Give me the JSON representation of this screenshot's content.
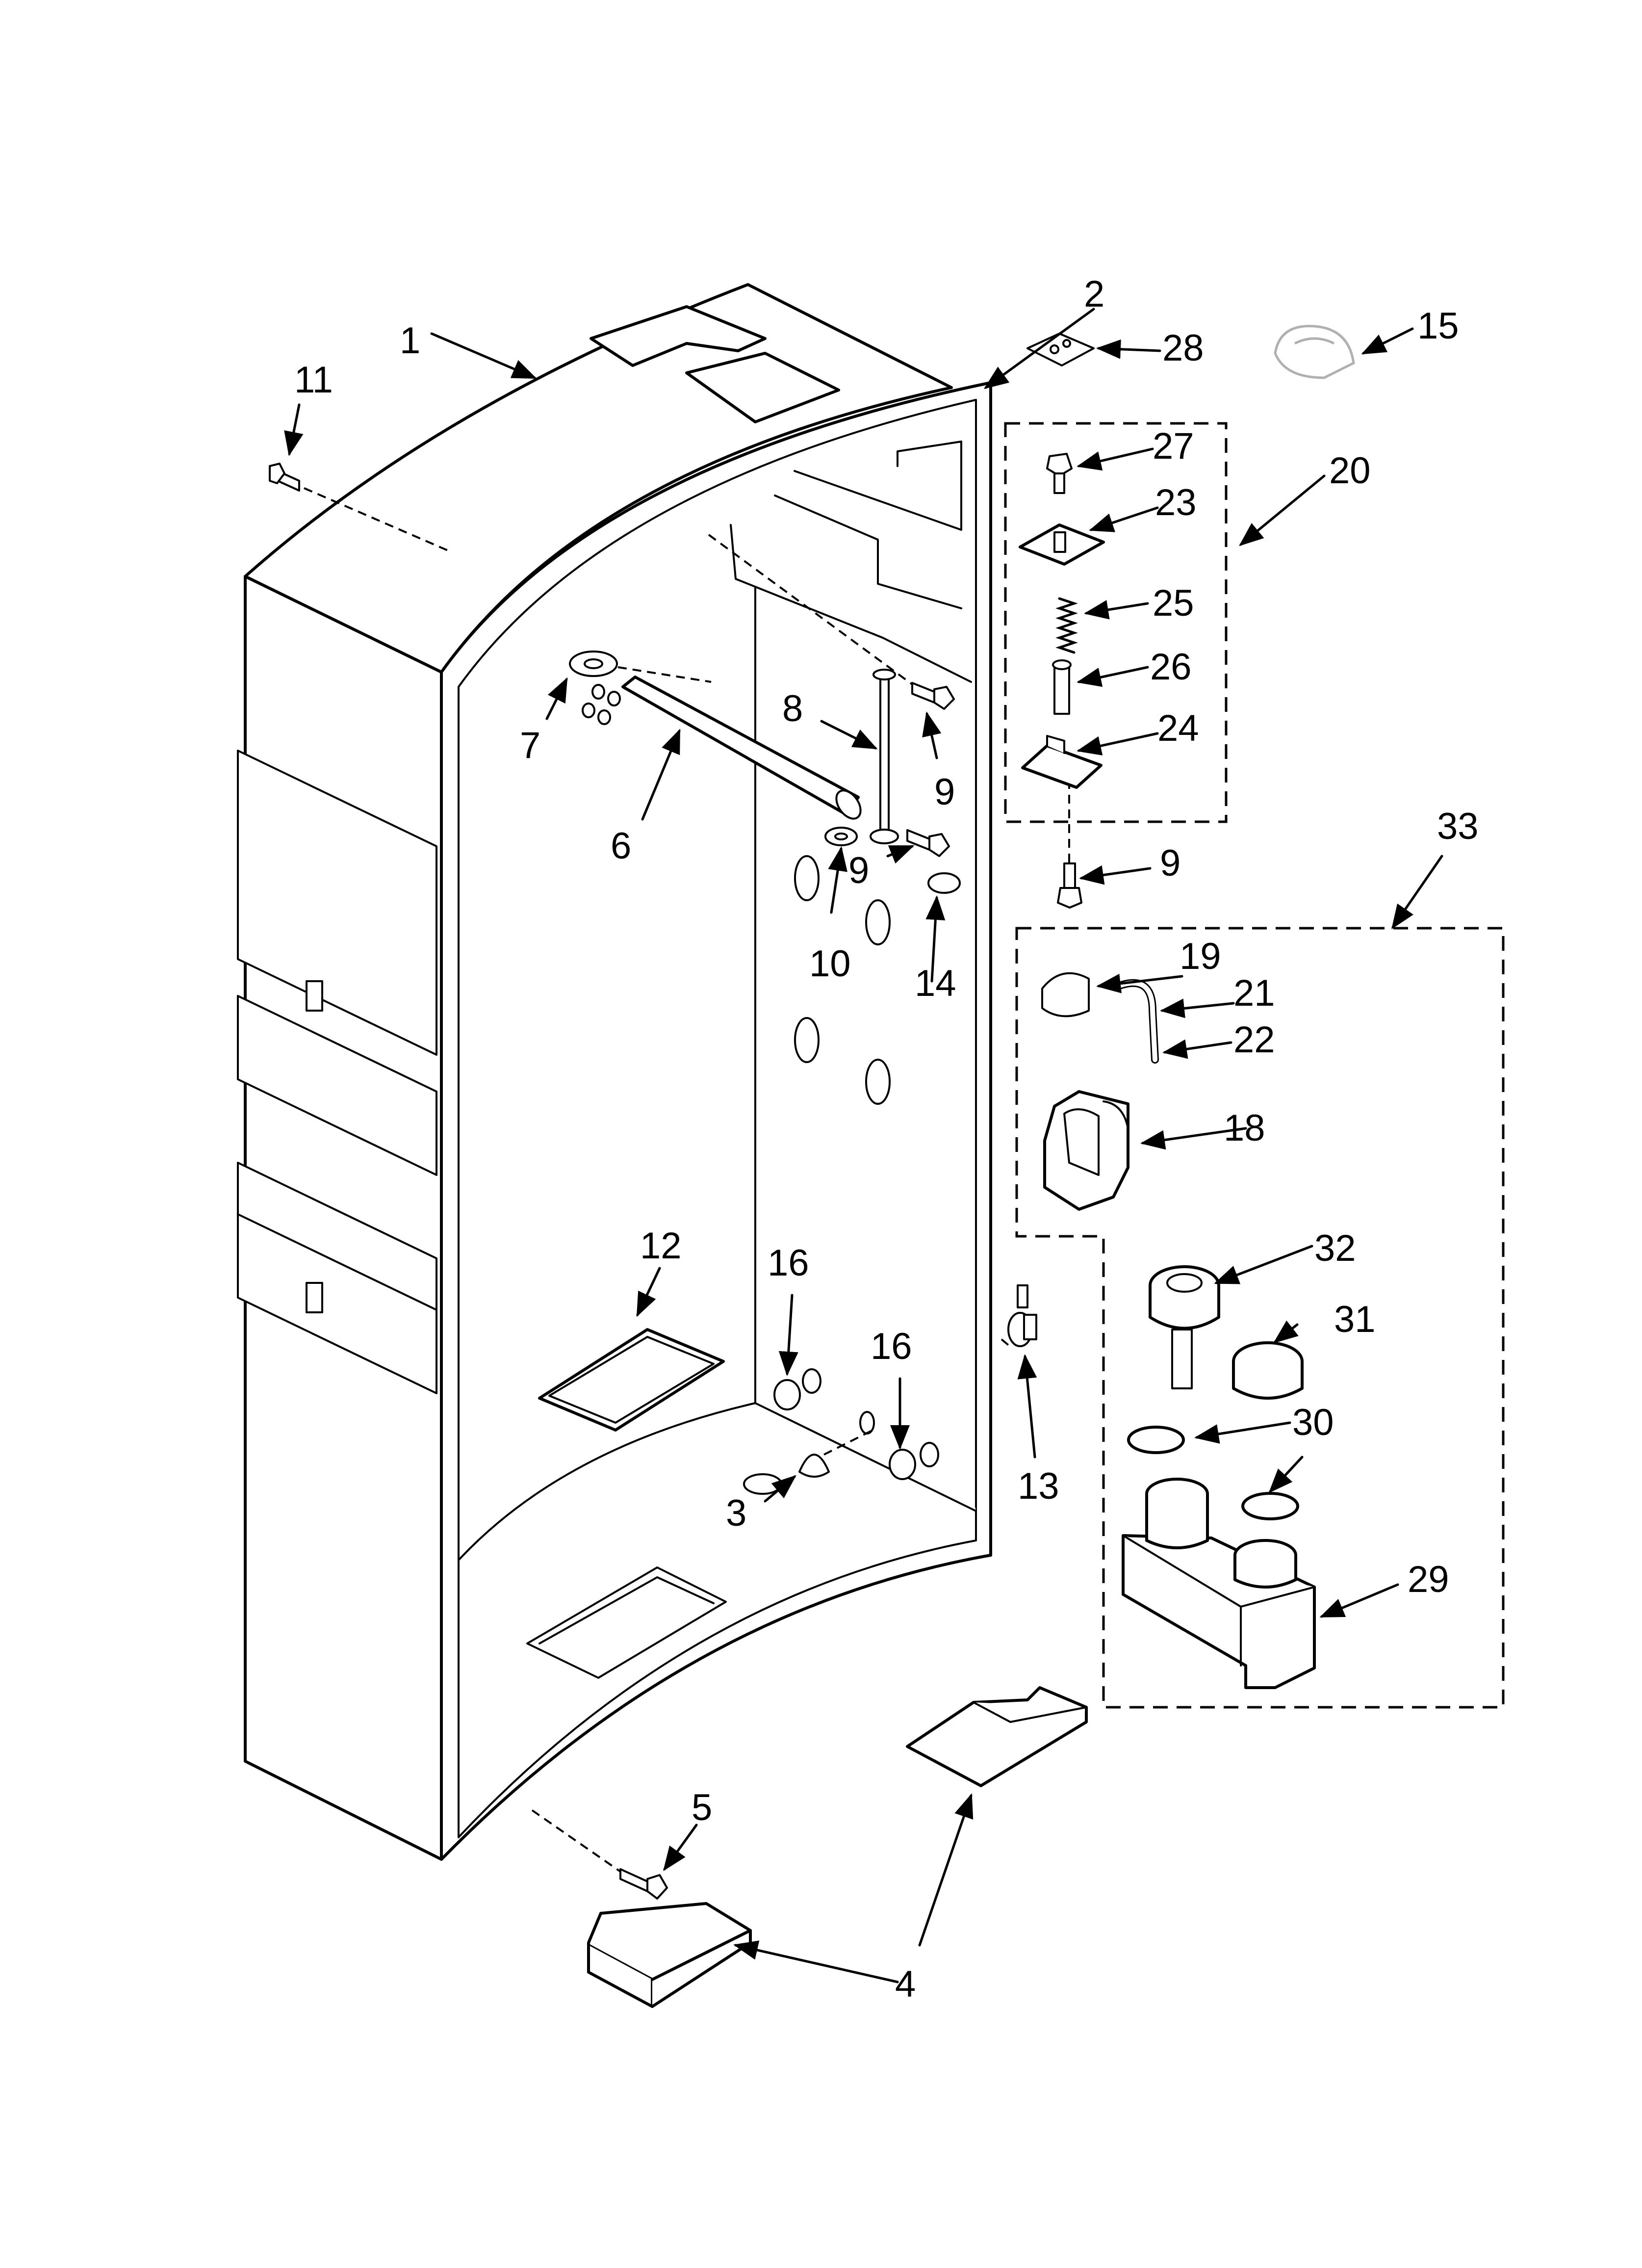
{
  "diagram": {
    "callouts": [
      {
        "id": "c1",
        "label": "1"
      },
      {
        "id": "c2",
        "label": "2"
      },
      {
        "id": "c3",
        "label": "3"
      },
      {
        "id": "c4",
        "label": "4"
      },
      {
        "id": "c5",
        "label": "5"
      },
      {
        "id": "c6",
        "label": "6"
      },
      {
        "id": "c7",
        "label": "7"
      },
      {
        "id": "c8",
        "label": "8"
      },
      {
        "id": "c9a",
        "label": "9"
      },
      {
        "id": "c9b",
        "label": "9"
      },
      {
        "id": "c9c",
        "label": "9"
      },
      {
        "id": "c10",
        "label": "10"
      },
      {
        "id": "c11",
        "label": "11"
      },
      {
        "id": "c12",
        "label": "12"
      },
      {
        "id": "c13",
        "label": "13"
      },
      {
        "id": "c14",
        "label": "14"
      },
      {
        "id": "c15",
        "label": "15"
      },
      {
        "id": "c16a",
        "label": "16"
      },
      {
        "id": "c16b",
        "label": "16"
      },
      {
        "id": "c18",
        "label": "18"
      },
      {
        "id": "c19",
        "label": "19"
      },
      {
        "id": "c20",
        "label": "20"
      },
      {
        "id": "c21",
        "label": "21"
      },
      {
        "id": "c22",
        "label": "22"
      },
      {
        "id": "c23",
        "label": "23"
      },
      {
        "id": "c24",
        "label": "24"
      },
      {
        "id": "c25",
        "label": "25"
      },
      {
        "id": "c26",
        "label": "26"
      },
      {
        "id": "c27",
        "label": "27"
      },
      {
        "id": "c28",
        "label": "28"
      },
      {
        "id": "c29",
        "label": "29"
      },
      {
        "id": "c30",
        "label": "30"
      },
      {
        "id": "c31",
        "label": "31"
      },
      {
        "id": "c32",
        "label": "32"
      },
      {
        "id": "c33",
        "label": "33"
      }
    ]
  }
}
